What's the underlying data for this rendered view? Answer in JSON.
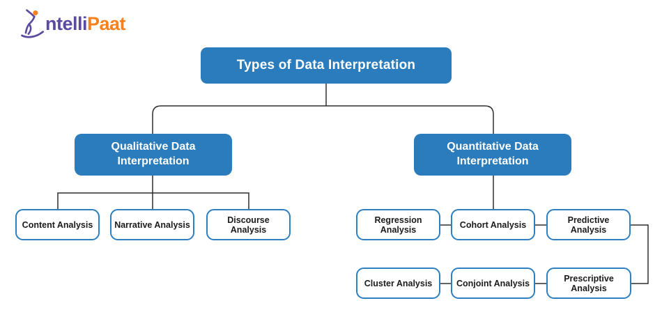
{
  "logo": {
    "brand_first": "ntelli",
    "brand_second": "Paat"
  },
  "colors": {
    "accent_blue": "#2B7CBC",
    "line": "#2D2D2D",
    "leaf_border": "#2E7FC2",
    "leaf_text": "#1B1B1B",
    "logo_purple": "#5B4AA0",
    "logo_orange": "#F58220"
  },
  "diagram": {
    "title": "Types of Data Interpretation",
    "branches": [
      {
        "label": "Qualitative Data Interpretation",
        "children": [
          "Content Analysis",
          "Narrative Analysis",
          "Discourse Analysis"
        ]
      },
      {
        "label": "Quantitative Data Interpretation",
        "children": [
          "Regression Analysis",
          "Cohort Analysis",
          "Predictive Analysis",
          "Cluster Analysis",
          "Conjoint Analysis",
          "Prescriptive Analysis"
        ]
      }
    ]
  }
}
